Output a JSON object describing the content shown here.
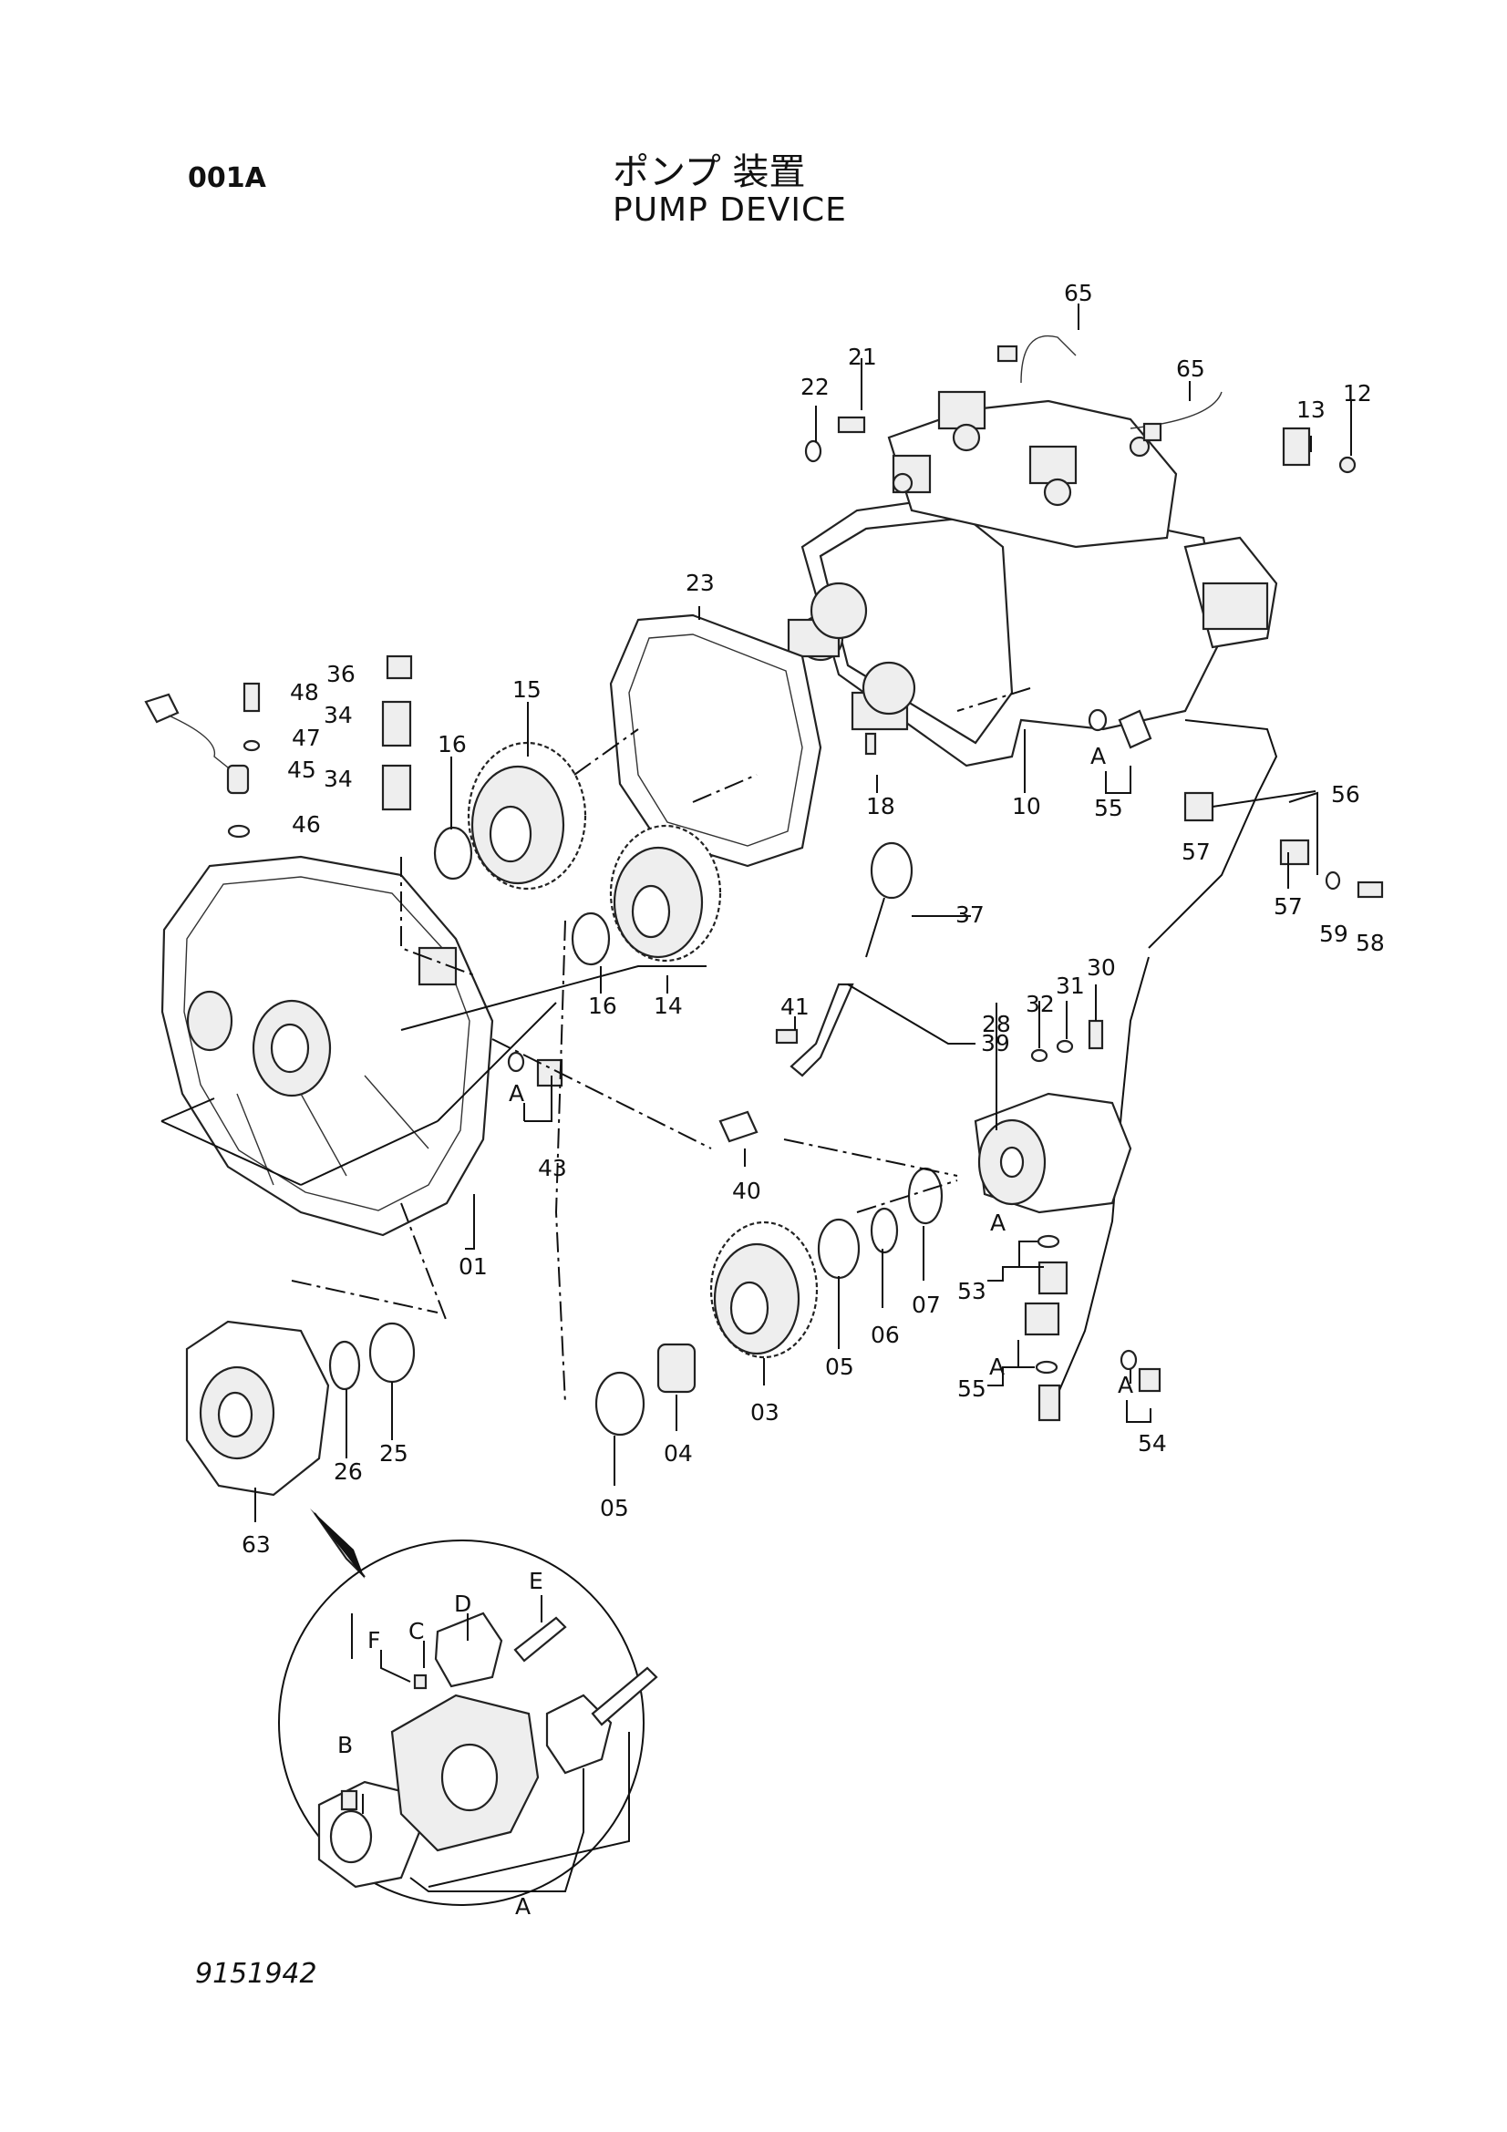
{
  "header": {
    "page_code": "001A",
    "title_jp": "ポンプ 装置",
    "title_en": "PUMP DEVICE"
  },
  "footer": {
    "drawing_number": "9151942"
  },
  "part_labels": {
    "p65a": "65",
    "p65b": "65",
    "p21": "21",
    "p22": "22",
    "p13": "13",
    "p12": "12",
    "p23": "23",
    "p36": "36",
    "p48": "48",
    "p47": "47",
    "p45": "45",
    "p34a": "34",
    "p34b": "34",
    "p46": "46",
    "p15": "15",
    "p16a": "16",
    "p16b": "16",
    "p14": "14",
    "p18": "18",
    "p10": "10",
    "p55a": "55",
    "p56": "56",
    "p57a": "57",
    "p57b": "57",
    "p59": "59",
    "p58": "58",
    "p37": "37",
    "p41": "41",
    "p39": "39",
    "p30": "30",
    "p31": "31",
    "p32": "32",
    "p28": "28",
    "p43": "43",
    "p40": "40",
    "p01": "01",
    "p53": "53",
    "p07": "07",
    "p06": "06",
    "p05a": "05",
    "p03": "03",
    "p04": "04",
    "p05b": "05",
    "p25": "25",
    "p26": "26",
    "p63": "63",
    "p55b": "55",
    "p54": "54"
  },
  "ref_labels": {
    "a1": "A",
    "a2": "A",
    "a3": "A",
    "a4": "A",
    "a5": "A",
    "a6": "A",
    "detail_b": "B",
    "detail_c": "C",
    "detail_d": "D",
    "detail_e": "E",
    "detail_f": "F"
  }
}
